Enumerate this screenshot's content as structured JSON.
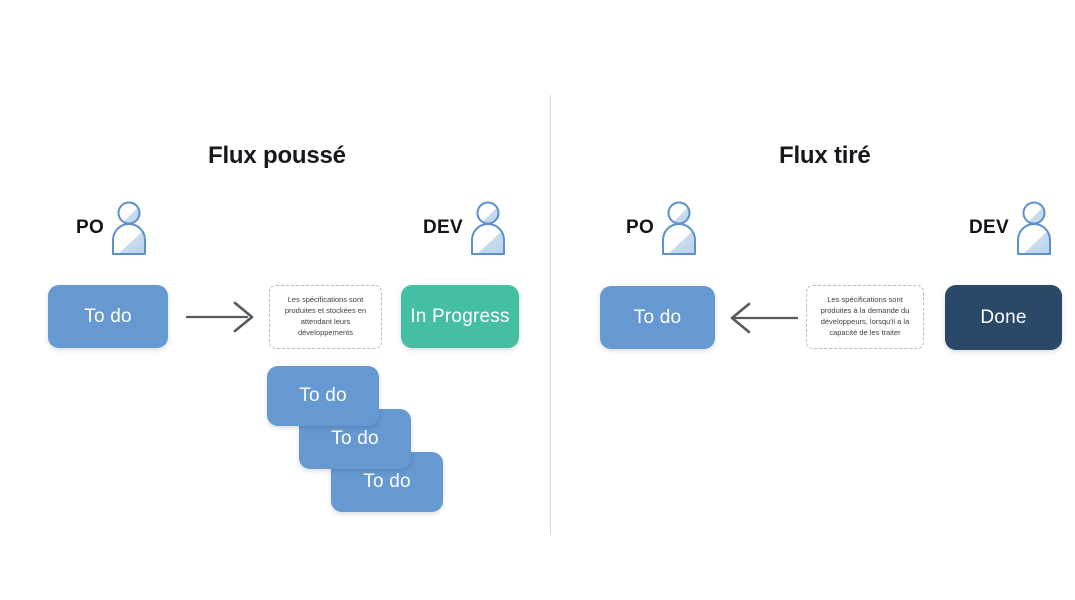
{
  "diagram": {
    "background_color": "#ffffff",
    "divider_color": "#d8d8da",
    "panels": [
      {
        "id": "push",
        "title": "Flux poussé",
        "actors": [
          {
            "label": "PO",
            "icon": "person-icon"
          },
          {
            "label": "DEV",
            "icon": "person-icon"
          }
        ],
        "cards": [
          {
            "label": "To do",
            "color": "#6699D1"
          },
          {
            "label": "In Progress",
            "color": "#44BFA3"
          }
        ],
        "stack_cards": [
          {
            "label": "To do",
            "color": "#6699D1"
          },
          {
            "label": "To do",
            "color": "#6699D1"
          },
          {
            "label": "To do",
            "color": "#6699D1"
          }
        ],
        "note": "Les spécifications sont produites et stockées en attendant leurs développements",
        "arrow": {
          "direction": "right",
          "color": "#555a5e"
        }
      },
      {
        "id": "pull",
        "title": "Flux tiré",
        "actors": [
          {
            "label": "PO",
            "icon": "person-icon"
          },
          {
            "label": "DEV",
            "icon": "person-icon"
          }
        ],
        "cards": [
          {
            "label": "To do",
            "color": "#6699D1"
          },
          {
            "label": "Done",
            "color": "#2A4968"
          }
        ],
        "note": "Les spécifications sont produites à la demande du développeurs, lorsqu'il a la capacité de les traiter",
        "arrow": {
          "direction": "left",
          "color": "#555a5e"
        }
      }
    ]
  }
}
